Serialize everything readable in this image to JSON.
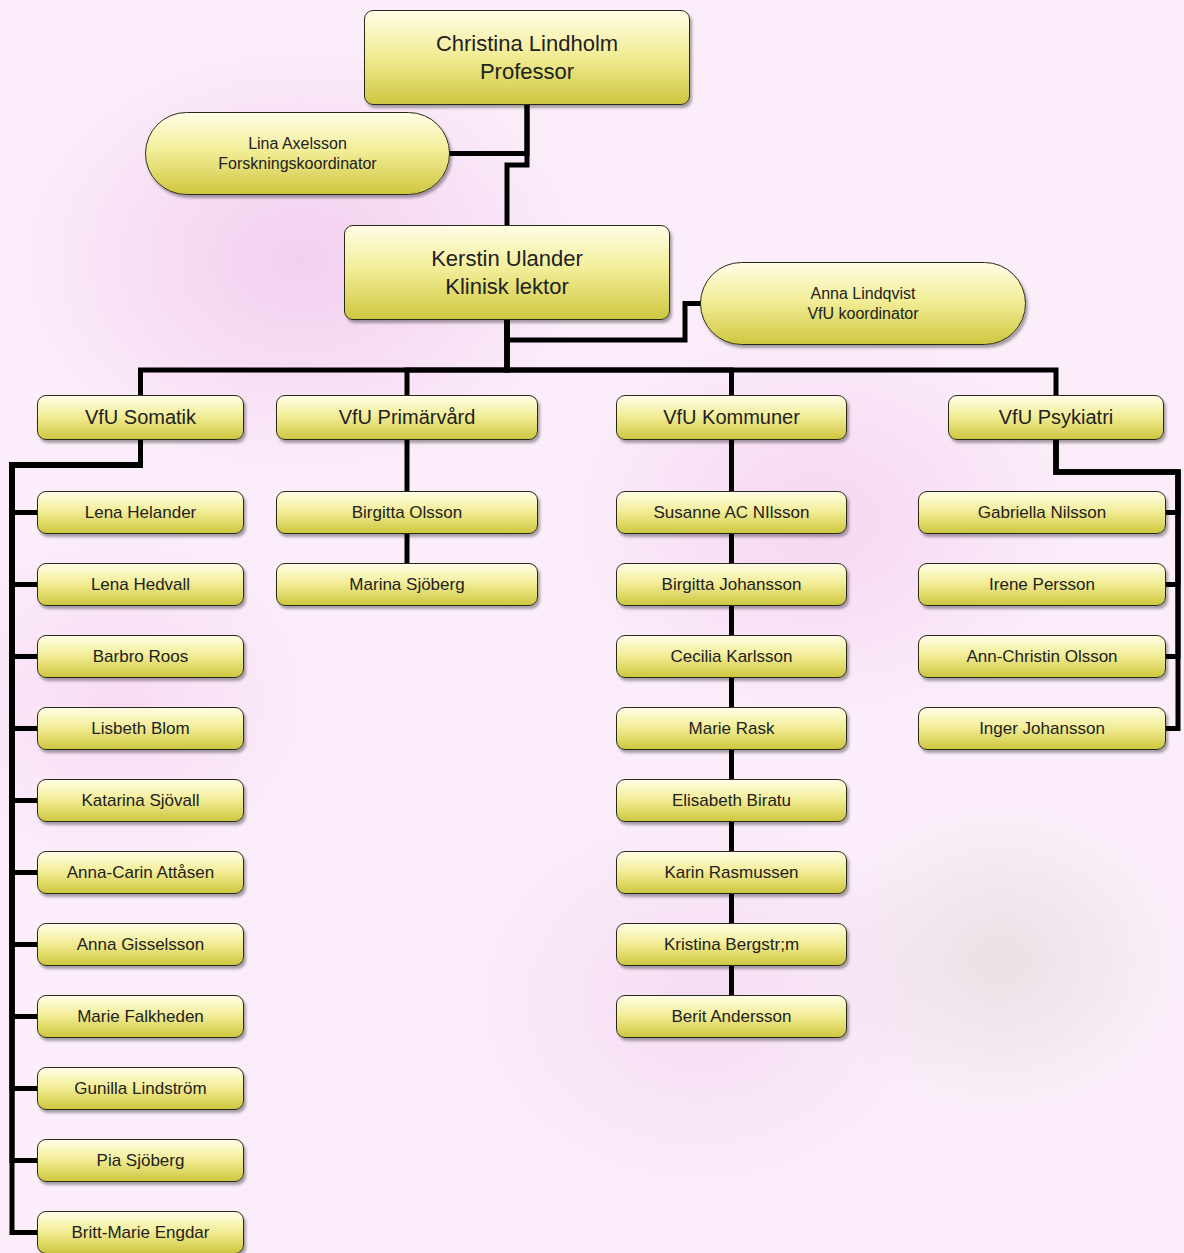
{
  "diagram": {
    "nodes": [
      {
        "text": [
          "Christina Lindholm",
          "Professor"
        ]
      },
      {
        "text": [
          "Lina Axelsson",
          "Forskningskoordinator"
        ]
      },
      {
        "text": [
          "Kerstin Ulander",
          "Klinisk lektor"
        ]
      },
      {
        "text": [
          "Anna Lindqvist",
          "VfU koordinator"
        ]
      },
      {
        "text": [
          "VfU Somatik"
        ]
      },
      {
        "text": [
          "VfU Primärvård"
        ]
      },
      {
        "text": [
          "VfU Kommuner"
        ]
      },
      {
        "text": [
          "VfU Psykiatri"
        ]
      },
      {
        "text": [
          "Lena Helander"
        ]
      },
      {
        "text": [
          "Lena Hedvall"
        ]
      },
      {
        "text": [
          "Barbro Roos"
        ]
      },
      {
        "text": [
          "Lisbeth Blom"
        ]
      },
      {
        "text": [
          "Katarina Sjövall"
        ]
      },
      {
        "text": [
          "Anna-Carin Attåsen"
        ]
      },
      {
        "text": [
          "Anna Gisselsson"
        ]
      },
      {
        "text": [
          "Marie Falkheden"
        ]
      },
      {
        "text": [
          "Gunilla Lindström"
        ]
      },
      {
        "text": [
          "Pia Sjöberg"
        ]
      },
      {
        "text": [
          "Britt-Marie Engdar"
        ]
      },
      {
        "text": [
          "Birgitta Olsson"
        ]
      },
      {
        "text": [
          "Marina Sjöberg"
        ]
      },
      {
        "text": [
          "Susanne AC NIlsson"
        ]
      },
      {
        "text": [
          "Birgitta Johansson"
        ]
      },
      {
        "text": [
          "Cecilia Karlsson"
        ]
      },
      {
        "text": [
          "Marie Rask"
        ]
      },
      {
        "text": [
          "Elisabeth Biratu"
        ]
      },
      {
        "text": [
          "Karin Rasmussen"
        ]
      },
      {
        "text": [
          "Kristina Bergstr;m"
        ]
      },
      {
        "text": [
          "Berit Andersson"
        ]
      },
      {
        "text": [
          "Gabriella Nilsson"
        ]
      },
      {
        "text": [
          "Irene Persson"
        ]
      },
      {
        "text": [
          "Ann-Christin Olsson"
        ]
      },
      {
        "text": [
          "Inger Johansson"
        ]
      }
    ],
    "edges": [
      {
        "from": 0,
        "to": 1,
        "arrow": "none"
      },
      {
        "from": 0,
        "to": 2,
        "arrow": "none"
      },
      {
        "from": 2,
        "to": 3,
        "arrow": "none"
      },
      {
        "from": 2,
        "to": 4,
        "arrow": "none"
      },
      {
        "from": 2,
        "to": 5,
        "arrow": "none"
      },
      {
        "from": 2,
        "to": 6,
        "arrow": "none"
      },
      {
        "from": 2,
        "to": 7,
        "arrow": "none"
      },
      {
        "from": 4,
        "to": 8,
        "arrow": "none"
      },
      {
        "from": 4,
        "to": 9,
        "arrow": "none"
      },
      {
        "from": 4,
        "to": 10,
        "arrow": "none"
      },
      {
        "from": 4,
        "to": 11,
        "arrow": "none"
      },
      {
        "from": 4,
        "to": 12,
        "arrow": "none"
      },
      {
        "from": 4,
        "to": 13,
        "arrow": "none"
      },
      {
        "from": 4,
        "to": 14,
        "arrow": "none"
      },
      {
        "from": 4,
        "to": 15,
        "arrow": "none"
      },
      {
        "from": 4,
        "to": 16,
        "arrow": "none"
      },
      {
        "from": 4,
        "to": 17,
        "arrow": "none"
      },
      {
        "from": 4,
        "to": 18,
        "arrow": "none"
      },
      {
        "from": 5,
        "to": 19,
        "arrow": "none"
      },
      {
        "from": 19,
        "to": 20,
        "arrow": "none"
      },
      {
        "from": 6,
        "to": 21,
        "arrow": "none"
      },
      {
        "from": 21,
        "to": 22,
        "arrow": "none"
      },
      {
        "from": 22,
        "to": 23,
        "arrow": "none"
      },
      {
        "from": 23,
        "to": 24,
        "arrow": "none"
      },
      {
        "from": 24,
        "to": 25,
        "arrow": "none"
      },
      {
        "from": 25,
        "to": 26,
        "arrow": "none"
      },
      {
        "from": 26,
        "to": 27,
        "arrow": "none"
      },
      {
        "from": 27,
        "to": 28,
        "arrow": "none"
      },
      {
        "from": 7,
        "to": 29,
        "arrow": "none"
      },
      {
        "from": 7,
        "to": 30,
        "arrow": "none"
      },
      {
        "from": 7,
        "to": 31,
        "arrow": "none"
      },
      {
        "from": 7,
        "to": 32,
        "arrow": "none"
      }
    ]
  }
}
